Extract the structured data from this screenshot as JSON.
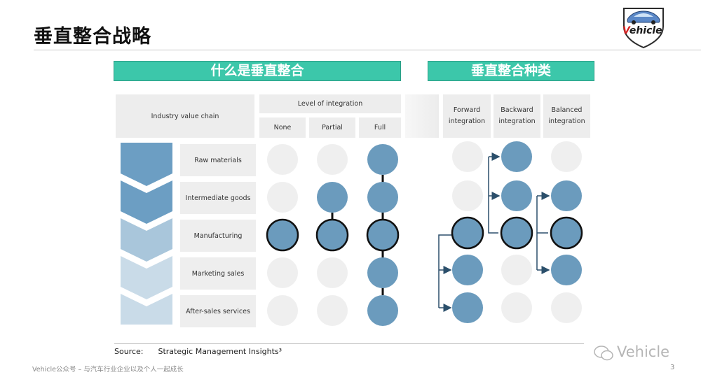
{
  "title": "垂直整合战略",
  "banners": {
    "left": "什么是垂直整合",
    "right": "垂直整合种类"
  },
  "table": {
    "value_chain_header": "Industry value chain",
    "level_header": "Level of integration",
    "levels": [
      "None",
      "Partial",
      "Full"
    ],
    "types": [
      {
        "line1": "Forward",
        "line2": "integration"
      },
      {
        "line1": "Backward",
        "line2": "integration"
      },
      {
        "line1": "Balanced",
        "line2": "integration"
      }
    ],
    "stages": [
      "Raw materials",
      "Intermediate goods",
      "Manufacturing",
      "Marketing sales",
      "After-sales services"
    ]
  },
  "source": {
    "label": "Source:",
    "text": "Strategic Management Insights³"
  },
  "footer": {
    "text": "Vehicle公众号 – 与汽车行业企业以及个人一起成长",
    "page": "3"
  },
  "logo": {
    "text_v": "V",
    "text_rest": "ehicle"
  },
  "watermark": {
    "text": "Vehicle"
  },
  "colors": {
    "accent": "#3cc7aa",
    "node": "#6b9bbd",
    "chevron_dark": "#6c9ec3",
    "chevron_light": "#a9c6db",
    "chevron_pale": "#c9dbe8",
    "empty": "#efefef"
  }
}
